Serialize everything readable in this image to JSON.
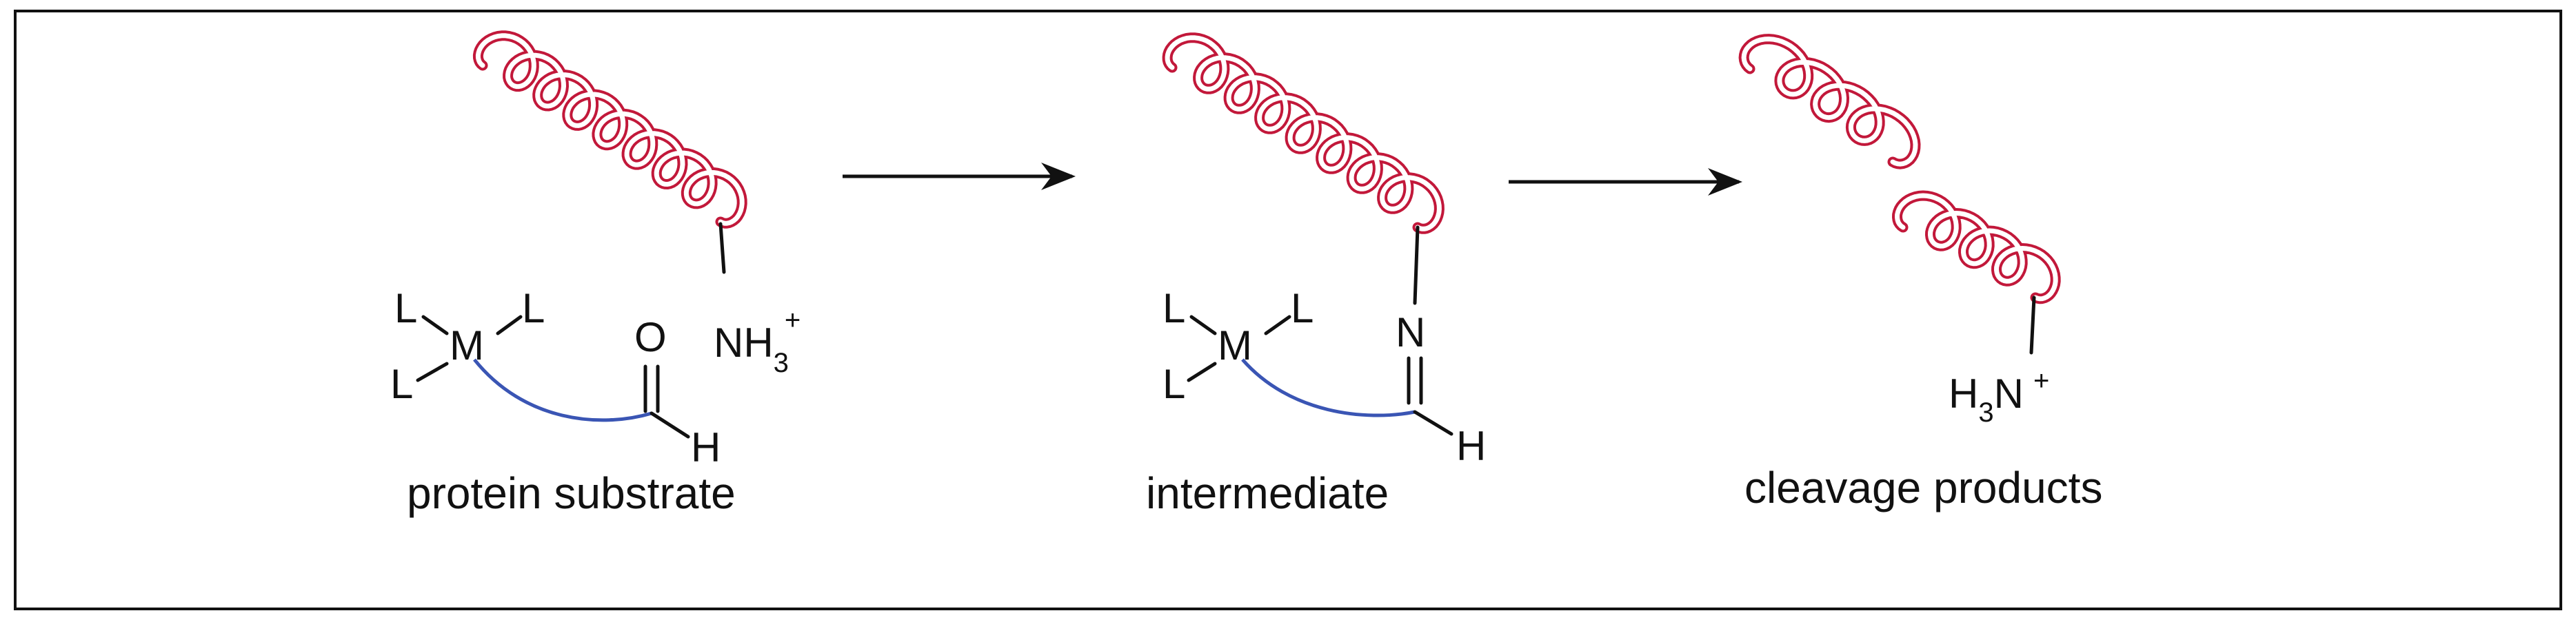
{
  "colors": {
    "helix": "#c2183a",
    "linker": "#3a55b4",
    "ink": "#111111",
    "frame": "#111111"
  },
  "stages": [
    {
      "caption": "protein substrate",
      "ligand": "L",
      "metal": "M",
      "carbonyl_atom": "O",
      "hydrogen": "H",
      "amine": "NH",
      "amine_sub": "3",
      "amine_sup": "+"
    },
    {
      "caption": "intermediate",
      "ligand": "L",
      "metal": "M",
      "imine_atom": "N",
      "hydrogen": "H"
    },
    {
      "caption": "cleavage products",
      "amine_prefix": "H",
      "amine_sub": "3",
      "amine_atom": "N",
      "amine_sup": "+"
    }
  ]
}
